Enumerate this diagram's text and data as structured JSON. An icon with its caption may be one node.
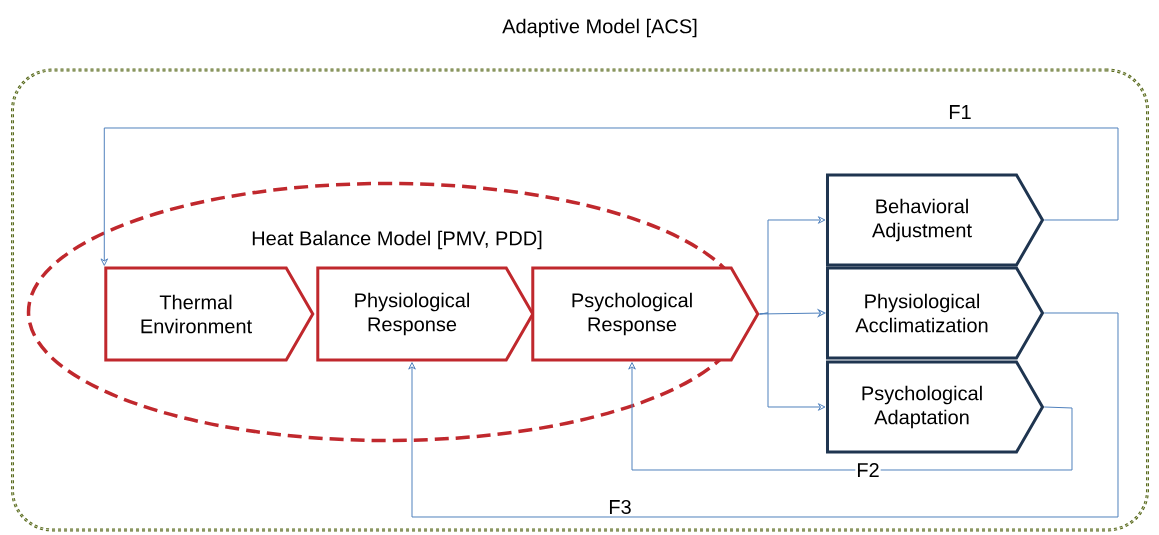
{
  "diagram": {
    "nodes": [
      {
        "text": [
          "Adaptive Model [ACS]"
        ]
      },
      {
        "text": [
          "Heat Balance Model [PMV, PDD]"
        ],
        "in": 0
      },
      {
        "text": [
          "Thermal Environment"
        ],
        "in": 1
      },
      {
        "text": [
          "Physiological Response"
        ],
        "in": 1
      },
      {
        "text": [
          "Psychological Response"
        ],
        "in": 1
      },
      {
        "text": [
          "Behavioral Adjustment"
        ],
        "in": 0
      },
      {
        "text": [
          "Physiological Acclimatization"
        ],
        "in": 0
      },
      {
        "text": [
          "Psychological Adaptation"
        ],
        "in": 0
      }
    ],
    "edges": [
      {
        "from": 4,
        "to": 5,
        "arrow": "to"
      },
      {
        "from": 4,
        "to": 6,
        "arrow": "to"
      },
      {
        "from": 4,
        "to": 7,
        "arrow": "to"
      },
      {
        "from": 5,
        "to": 2,
        "arrow": "to",
        "label": "F1"
      },
      {
        "from": 7,
        "to": 4,
        "arrow": "to",
        "label": "F2"
      },
      {
        "from": 6,
        "to": 3,
        "arrow": "to",
        "label": "F3"
      }
    ]
  }
}
